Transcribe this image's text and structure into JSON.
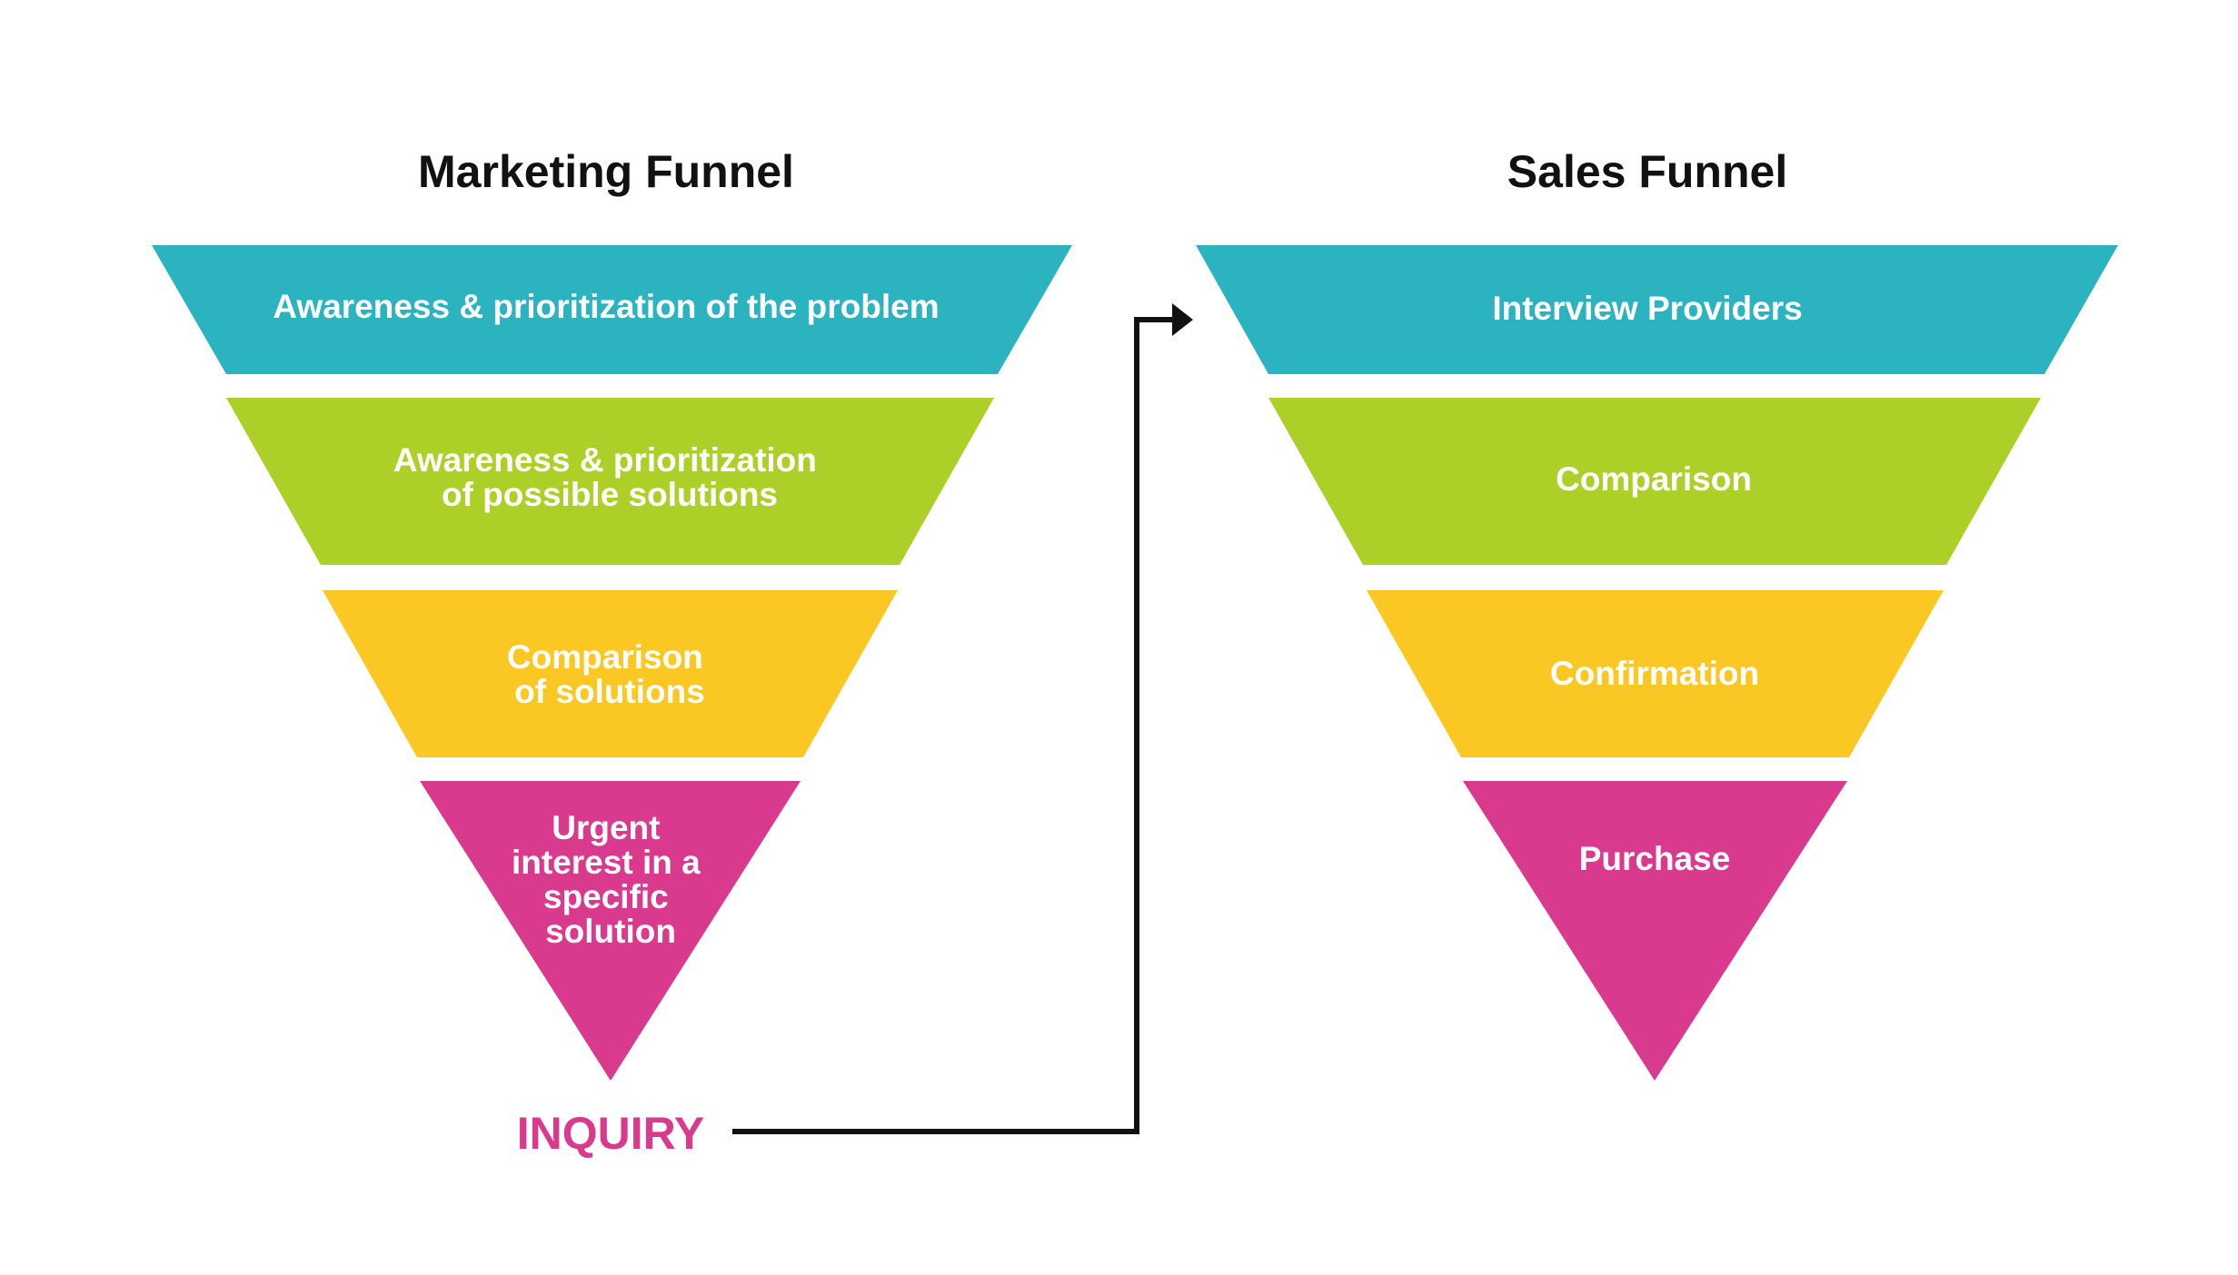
{
  "colors": {
    "teal": "#2bb3c0",
    "green": "#acd027",
    "yellow": "#fac723",
    "magenta": "#da3a8d",
    "text_dark": "#111111",
    "text_light": "#ffffff",
    "connector": "#111111"
  },
  "marketing_funnel": {
    "title": "Marketing Funnel",
    "stages": [
      {
        "lines": [
          "Awareness & prioritization of the problem"
        ],
        "color": "teal"
      },
      {
        "lines": [
          "Awareness & prioritization",
          "of possible solutions"
        ],
        "color": "green"
      },
      {
        "lines": [
          "Comparison",
          "of solutions"
        ],
        "color": "yellow"
      },
      {
        "lines": [
          "Urgent",
          "interest in a",
          "specific",
          "solution"
        ],
        "color": "magenta"
      }
    ]
  },
  "sales_funnel": {
    "title": "Sales Funnel",
    "stages": [
      {
        "lines": [
          "Interview Providers"
        ],
        "color": "teal"
      },
      {
        "lines": [
          "Comparison"
        ],
        "color": "green"
      },
      {
        "lines": [
          "Confirmation"
        ],
        "color": "yellow"
      },
      {
        "lines": [
          "Purchase"
        ],
        "color": "magenta"
      }
    ]
  },
  "connector": {
    "label": "INQUIRY",
    "label_color": "magenta",
    "arrow_icon": "arrow-right-icon"
  }
}
